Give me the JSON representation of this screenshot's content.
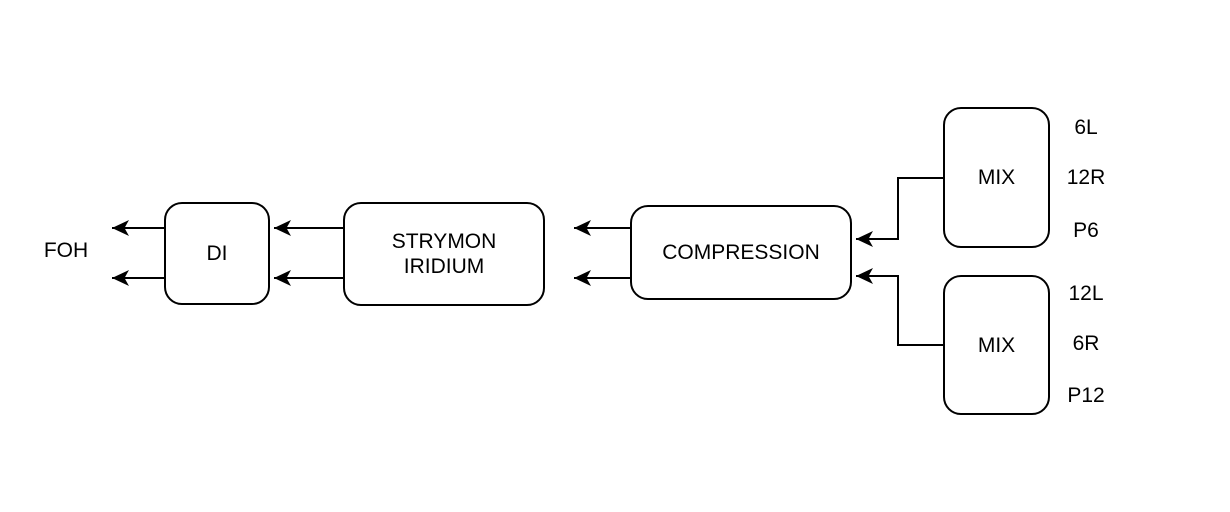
{
  "diagram": {
    "colors": {
      "stroke": "#000000",
      "node_fill": "#ffffff",
      "background": "#ffffff"
    },
    "nodes": {
      "foh": {
        "label": "FOH"
      },
      "di": {
        "label": "DI"
      },
      "iridium": {
        "line1": "STRYMON",
        "line2": "IRIDIUM"
      },
      "compression": {
        "label": "COMPRESSION"
      },
      "mix_top": {
        "label": "MIX",
        "ports": [
          "6L",
          "12R",
          "P6"
        ]
      },
      "mix_bottom": {
        "label": "MIX",
        "ports": [
          "12L",
          "6R",
          "P12"
        ]
      }
    }
  }
}
